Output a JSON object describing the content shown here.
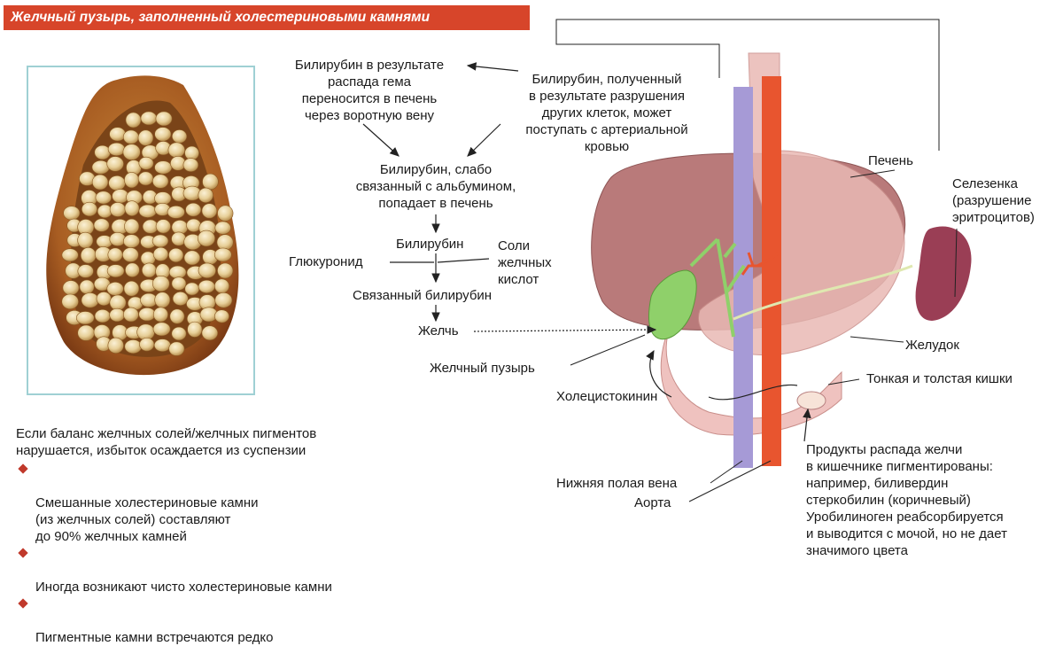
{
  "title": "Желчный пузырь, заполненный холестериновыми камнями",
  "labels": {
    "bilirubin_heme": "Билирубин в результате\nраспада гема\nпереносится в печень\nчерез воротную вену",
    "bilirubin_cells": "Билирубин, полученный\nв результате разрушения\nдругих клеток, может\nпоступать с артериальной\nкровью",
    "bilirubin_albumin": "Билирубин, слабо\nсвязанный с альбумином,\nпопадает в печень",
    "bilirubin": "Билирубин",
    "glucuronide": "Глюкуронид",
    "bile_salts": "Соли\nжелчных\nкислот",
    "conjugated": "Связанный билирубин",
    "bile": "Желчь",
    "gallbladder": "Желчный пузырь",
    "cholecystokinin": "Холецистокинин",
    "liver": "Печень",
    "spleen": "Селезенка\n(разрушение\nэритроцитов)",
    "stomach": "Желудок",
    "intestine": "Тонкая и толстая кишки",
    "vena_cava": "Нижняя полая вена",
    "aorta": "Аорта",
    "breakdown": "Продукты распада желчи\nв кишечнике пигментированы:\nнапример, биливердин\nстеркобилин (коричневый)\nУробилиноген реабсорбируется\nи выводится с мочой, но не дает\nзначимого цвета"
  },
  "notes": {
    "intro": "Если баланс желчных солей/желчных пигментов\nнарушается, избыток осаждается из суспензии",
    "bullets": [
      "Смешанные холестериновые камни\n(из желчных солей) составляют\nдо 90% желчных камней",
      "Иногда возникают чисто холестериновые камни",
      "Пигментные камни встречаются редко"
    ]
  },
  "colors": {
    "title_bar": "#d7452a",
    "bullet": "#c0392b",
    "liver": "#b97a7a",
    "vena_cava": "#a69ad6",
    "aorta": "#e8552f",
    "gallbladder": "#8fd06a",
    "spleen": "#9a3e55",
    "stomach": "#e9b9b4"
  }
}
